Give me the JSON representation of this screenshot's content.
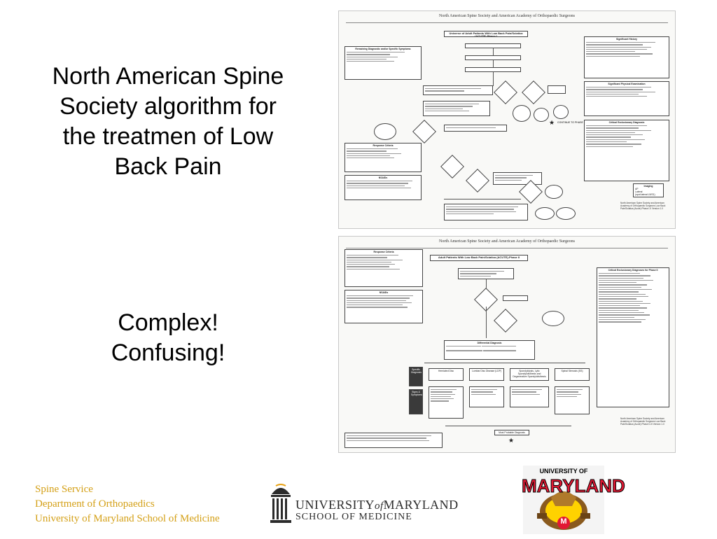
{
  "slide": {
    "title": "North American Spine Society algorithm for the treatmen of Low Back  Pain",
    "subtitle_line1": "Complex!",
    "subtitle_line2": "Confusing!"
  },
  "footer": {
    "line1": "Spine Service",
    "line2": "Department of Orthopaedics",
    "line3": "University of Maryland School of Medicine"
  },
  "doc1": {
    "header": "North American Spine Society and American Academy of Orthopaedic Surgeons",
    "title": "Universe of Adult Patients With Low Back Pain/Sciatica (ACUTE)-Phase I",
    "left_box_title": "Remaining Diagnostic and/or Specific Symptoms",
    "right_box1_title": "Significant History",
    "right_box2_title": "Significant Physical Examination",
    "right_box3_title": "Critical Exclusionary Diagnosis",
    "response_title": "Response Criteria",
    "nsaids_title": "NSAIDs",
    "imaging_title": "Imaging",
    "imaging_items": [
      "AP",
      "Lateral",
      "(spot lateral L5/S1)"
    ],
    "continue_label": "CONTINUE TO PHASE II",
    "footnote": "North American Spine Society and American Academy of Orthopaedic Surgeons Low Back Pain/Sciatica (Acute) Phase I-II Version 1.0"
  },
  "doc2": {
    "header": "North American Spine Society and American Academy of Orthopaedic Surgeons",
    "title": "Adult Patients With Low Back Pain/Sciatica (ACUTE)-Phase II",
    "response_title": "Response Criteria",
    "nsaids_title": "NSAIDs",
    "right_box_title": "Critical Exclusionary Diagnoses for Phase II",
    "differential_title": "Differential Diagnosis",
    "col_headers": [
      "Herniated Disc",
      "Lumbar Disc Disease (LDP)",
      "Spondylolysis, Lytic Spondylolisthesis and Degenerative Spondylolisthesis",
      "Spinal Stenosis (SS)"
    ],
    "side_label1": "Specific Diagnosis",
    "side_label2": "Signs & Symptoms",
    "bottom_box": "Most Probable Diagnosis",
    "footnote": "North American Spine Society and American Academy of Orthopaedic Surgeons Low Back Pain/Sciatica (Acute) Phase II-III Version 1.0"
  },
  "logos": {
    "umd_line1a": "UNIVERSITY",
    "umd_line1b": "of",
    "umd_line1c": "MARYLAND",
    "umd_line2": "SCHOOL OF MEDICINE",
    "md_top": "UNIVERSITY OF",
    "md_main": "MARYLAND",
    "md_letter": "M"
  },
  "colors": {
    "footer_gold": "#d4a017",
    "md_red": "#e21833",
    "md_gold": "#ffd200"
  }
}
